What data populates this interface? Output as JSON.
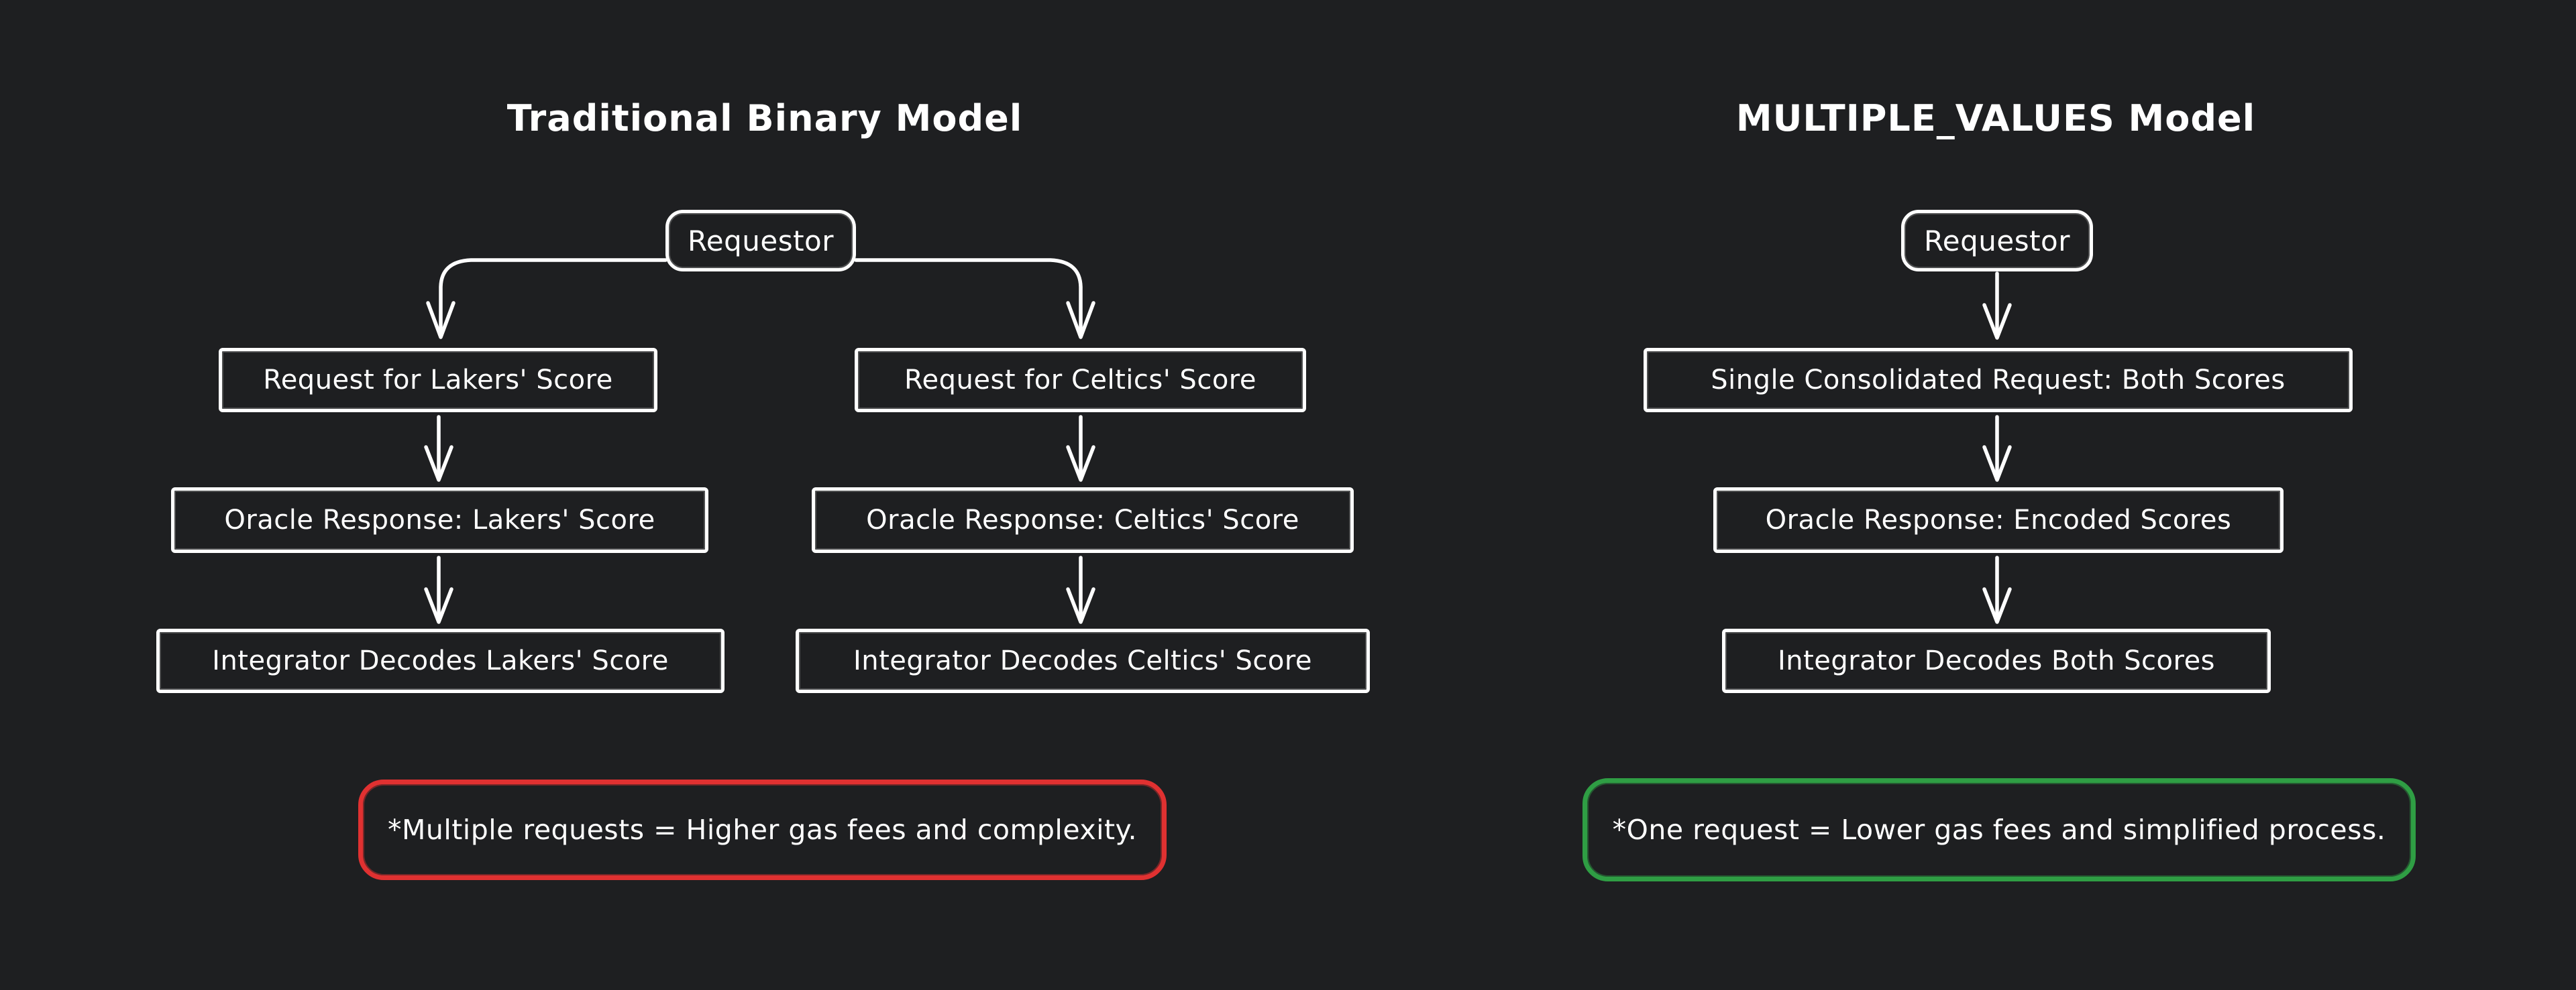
{
  "colors": {
    "background": "#1e1f21",
    "stroke": "#ffffff",
    "warning_red": "#e03131",
    "success_green": "#2f9e44"
  },
  "left_panel": {
    "title": "Traditional Binary Model",
    "requestor_label": "Requestor",
    "lakers_flow": [
      "Request for Lakers' Score",
      "Oracle Response: Lakers' Score",
      "Integrator Decodes Lakers' Score"
    ],
    "celtics_flow": [
      "Request for Celtics' Score",
      "Oracle Response: Celtics' Score",
      "Integrator Decodes Celtics' Score"
    ],
    "note": "*Multiple requests = Higher gas fees and complexity."
  },
  "right_panel": {
    "title": "MULTIPLE_VALUES Model",
    "requestor_label": "Requestor",
    "flow": [
      "Single Consolidated Request: Both Scores",
      "Oracle Response: Encoded Scores",
      "Integrator Decodes Both Scores"
    ],
    "note": "*One request = Lower gas fees and simplified process."
  }
}
